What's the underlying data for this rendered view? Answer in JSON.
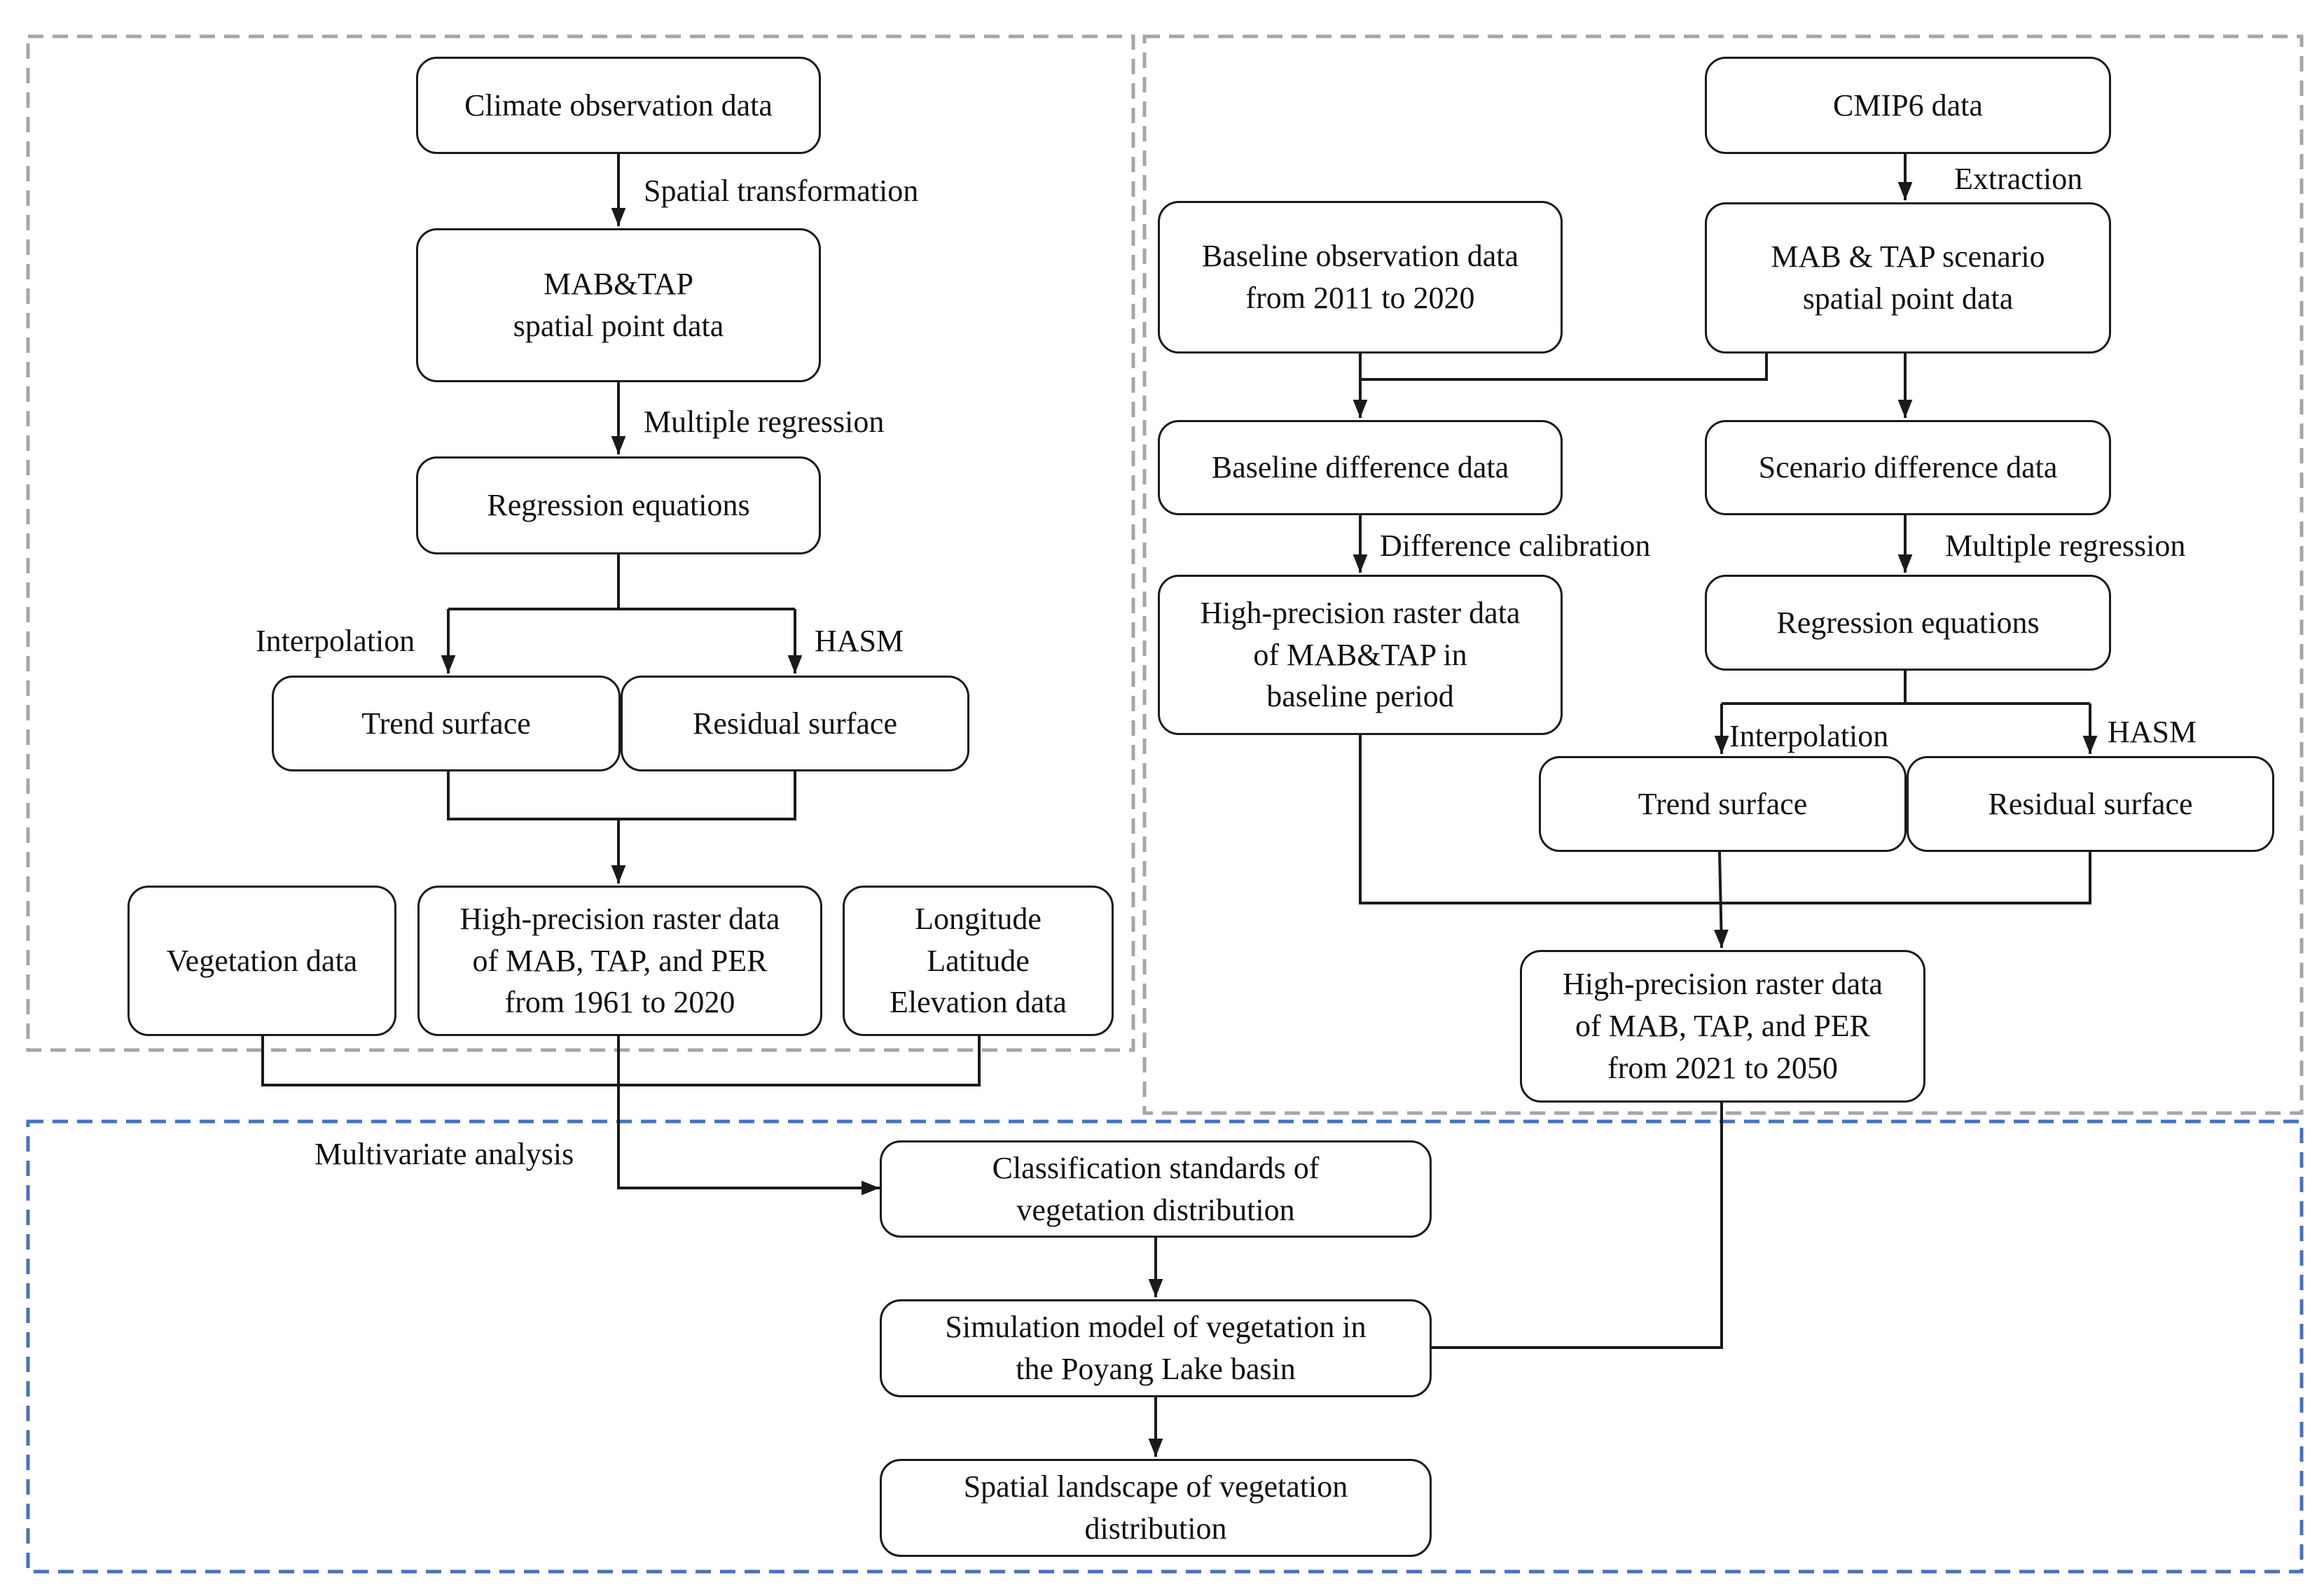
{
  "colors": {
    "line": "#1a1a1a",
    "gray_dash": "#a6a6a6",
    "blue_dash": "#4472c4"
  },
  "left": {
    "climate_obs": "Climate observation data",
    "spatial_transformation": "Spatial transformation",
    "mabtap_point": "MAB&TAP\nspatial point data",
    "multiple_regression": "Multiple regression",
    "regression_equations": "Regression equations",
    "interpolation": "Interpolation",
    "hasm": "HASM",
    "trend_surface": "Trend surface",
    "residual_surface": "Residual surface",
    "vegetation_data": "Vegetation data",
    "hp_raster_1961": "High-precision raster data\nof MAB, TAP, and PER\nfrom 1961 to 2020",
    "lon_lat_elev": "Longitude\nLatitude\nElevation data"
  },
  "right": {
    "cmip6": "CMIP6 data",
    "extraction": "Extraction",
    "baseline_obs": "Baseline observation data\nfrom 2011 to 2020",
    "scenario_point": "MAB & TAP scenario\nspatial point data",
    "baseline_diff": "Baseline difference data",
    "scenario_diff": "Scenario difference data",
    "difference_calibration": "Difference calibration",
    "multiple_regression": "Multiple regression",
    "hp_baseline": "High-precision raster data\nof  MAB&TAP in\nbaseline period",
    "regression_equations": "Regression equations",
    "interpolation": "Interpolation",
    "hasm": "HASM",
    "trend_surface": "Trend surface",
    "residual_surface": "Residual surface",
    "hp_raster_2021": "High-precision raster data\nof MAB, TAP, and PER\nfrom 2021 to 2050"
  },
  "bottom": {
    "multivariate_analysis": "Multivariate analysis",
    "classification": "Classification standards of\nvegetation distribution",
    "simulation_model": "Simulation model of vegetation in\nthe Poyang Lake basin",
    "spatial_landscape": "Spatial landscape of vegetation\ndistribution"
  }
}
